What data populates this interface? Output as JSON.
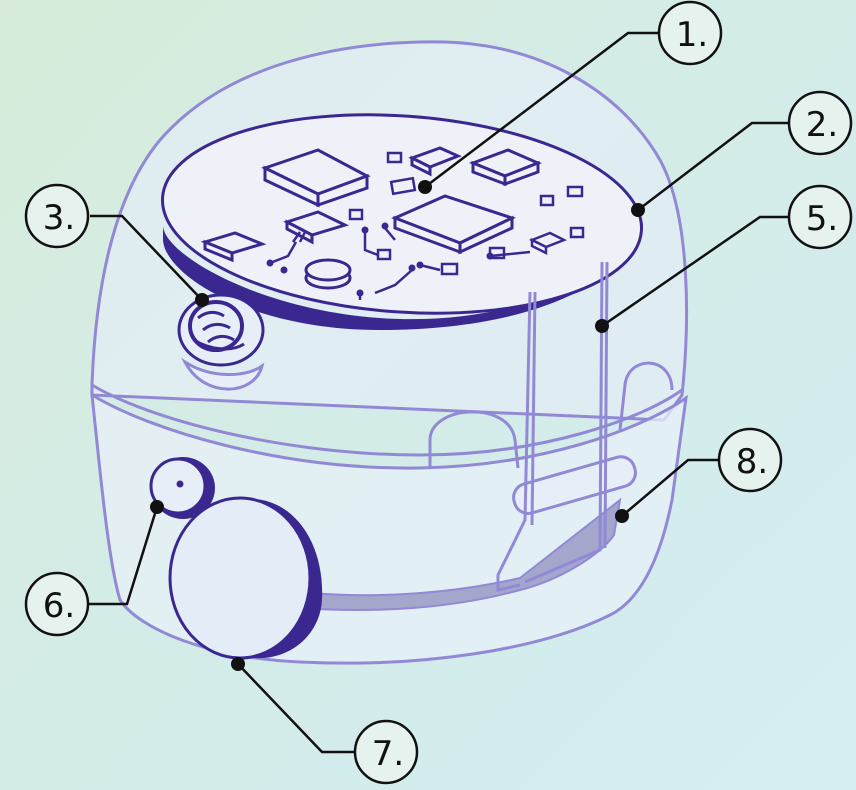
{
  "colors": {
    "outline": "#9289d6",
    "accent": "#3a2890",
    "shell_fill": "#e4eef6",
    "board_fill": "#eef2f8",
    "leader": "#111111",
    "label_fill": "#e6f2ee"
  },
  "callouts": {
    "c1": "1.",
    "c2": "2.",
    "c3": "3.",
    "c5": "5.",
    "c6": "6.",
    "c7": "7.",
    "c8": "8."
  }
}
